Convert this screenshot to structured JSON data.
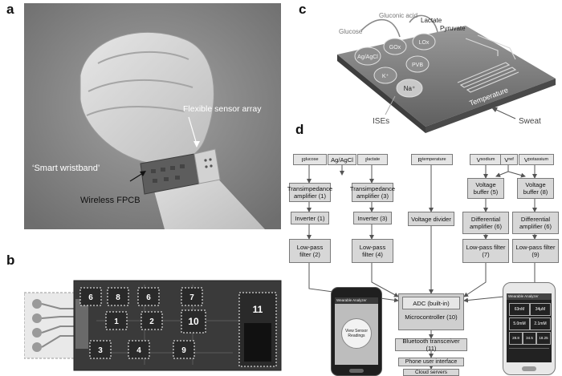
{
  "panels": {
    "a": {
      "letter": "a",
      "labels": {
        "flexible_sensor_array": "Flexible sensor array",
        "smart_wristband": "‘Smart wristband’",
        "wireless_fpcb": "Wireless FPCB"
      }
    },
    "b": {
      "letter": "b",
      "chip_numbers": [
        "6",
        "8",
        "6",
        "7",
        "1",
        "2",
        "10",
        "3",
        "4",
        "9",
        "11"
      ]
    },
    "c": {
      "letter": "c",
      "labels": {
        "glucose": "Glucose",
        "gluconic_acid": "Gluconic acid",
        "lactate": "Lactate",
        "pyruvate": "Pyruvate",
        "gox": "GOx",
        "ag_agcl": "Ag/AgCl",
        "lox": "LOx",
        "k": "K⁺",
        "pvb": "PVB",
        "na": "Na⁺",
        "temperature": "Temperature",
        "ises": "ISEs",
        "sweat": "Sweat"
      }
    },
    "d": {
      "letter": "d",
      "inputs": {
        "i_glucose_main": "I",
        "i_glucose_sub": "glucose",
        "ag_agcl": "Ag/AgCl",
        "i_lactate_main": "I",
        "i_lactate_sub": "lactate",
        "r_temp_main": "R",
        "r_temp_sub": "temperature",
        "v_sodium_main": "V",
        "v_sodium_sub": "sodium",
        "v_ref_main": "V",
        "v_ref_sub": "ref",
        "v_potassium_main": "V",
        "v_potassium_sub": "potassium"
      },
      "blocks": {
        "transimp1": "Transimpedance amplifier (1)",
        "transimp3": "Transimpedance amplifier (3)",
        "vbuf5": "Voltage buffer (5)",
        "vbuf8": "Voltage buffer (8)",
        "inv1": "Inverter (1)",
        "inv3": "Inverter (3)",
        "vdiv": "Voltage divider",
        "diff6a": "Differential amplifier (6)",
        "diff6b": "Differential amplifier (6)",
        "lpf2": "Low-pass filter (2)",
        "lpf4": "Low-pass filter (4)",
        "lpf7": "Low-pass filter (7)",
        "lpf9": "Low-pass filter (9)",
        "adc": "ADC (built-in)",
        "mcu": "Microcontroller (10)",
        "bt": "Bluetooth transceiver (11)",
        "phone_ui": "Phone user interface",
        "cloud": "Cloud servers"
      },
      "phone_left": {
        "app_bar": "Wearable Analyzer",
        "button": "View Sensor Readings"
      },
      "phone_right": {
        "app_bar": "Wearable Analyzer",
        "tiles": [
          "63nM",
          "34μM",
          "5.0mM",
          "2.1mM",
          "28.8",
          "34.5",
          "18.25"
        ]
      }
    }
  },
  "colors": {
    "box_fill": "#d7d7d7",
    "box_border": "#7a7a7a",
    "arrow": "#555555"
  }
}
